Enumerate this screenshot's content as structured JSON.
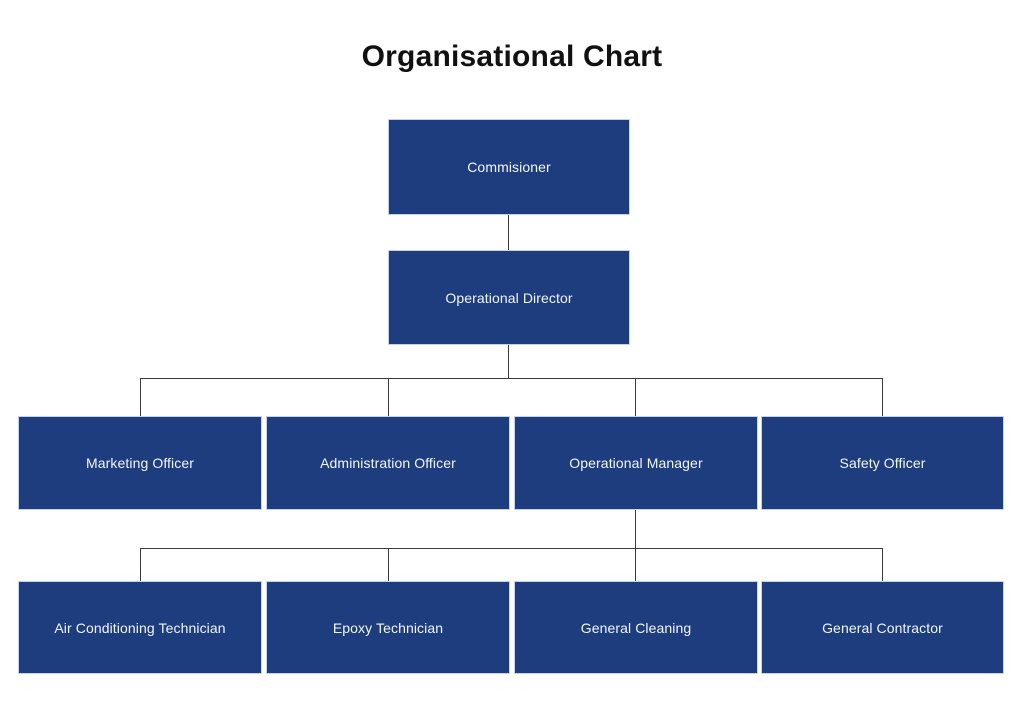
{
  "title": "Organisational Chart",
  "theme": {
    "node_fill": "#1e3d7e",
    "node_border": "#c5d2e8",
    "node_text": "#f2f5fb",
    "connector": "#3a3a3a",
    "background": "#ffffff",
    "title_color": "#111111"
  },
  "chart_data": {
    "type": "diagram",
    "diagram_type": "organisational-chart",
    "title": "Organisational Chart",
    "orientation": "top-down",
    "levels": 4,
    "nodes": [
      {
        "id": "commisioner",
        "label": "Commisioner",
        "level": 1,
        "parent": null
      },
      {
        "id": "operational-director",
        "label": "Operational Director",
        "level": 2,
        "parent": "commisioner"
      },
      {
        "id": "marketing-officer",
        "label": "Marketing Officer",
        "level": 3,
        "parent": "operational-director"
      },
      {
        "id": "administration-officer",
        "label": "Administration Officer",
        "level": 3,
        "parent": "operational-director"
      },
      {
        "id": "operational-manager",
        "label": "Operational Manager",
        "level": 3,
        "parent": "operational-director"
      },
      {
        "id": "safety-officer",
        "label": "Safety Officer",
        "level": 3,
        "parent": "operational-director"
      },
      {
        "id": "air-conditioning-technician",
        "label": "Air Conditioning Technician",
        "level": 4,
        "parent": "operational-manager"
      },
      {
        "id": "epoxy-technician",
        "label": "Epoxy Technician",
        "level": 4,
        "parent": "operational-manager"
      },
      {
        "id": "general-cleaning",
        "label": "General Cleaning",
        "level": 4,
        "parent": "operational-manager"
      },
      {
        "id": "general-contractor",
        "label": "General Contractor",
        "level": 4,
        "parent": "operational-manager"
      }
    ],
    "edges": [
      {
        "from": "commisioner",
        "to": "operational-director"
      },
      {
        "from": "operational-director",
        "to": "marketing-officer"
      },
      {
        "from": "operational-director",
        "to": "administration-officer"
      },
      {
        "from": "operational-director",
        "to": "operational-manager"
      },
      {
        "from": "operational-director",
        "to": "safety-officer"
      },
      {
        "from": "operational-manager",
        "to": "air-conditioning-technician"
      },
      {
        "from": "operational-manager",
        "to": "epoxy-technician"
      },
      {
        "from": "operational-manager",
        "to": "general-cleaning"
      },
      {
        "from": "operational-manager",
        "to": "general-contractor"
      }
    ]
  },
  "rows": {
    "row1": [
      {
        "label": "Commisioner"
      }
    ],
    "row2": [
      {
        "label": "Operational Director"
      }
    ],
    "row3": [
      {
        "label": "Marketing Officer"
      },
      {
        "label": "Administration Officer"
      },
      {
        "label": "Operational Manager"
      },
      {
        "label": "Safety Officer"
      }
    ],
    "row4": [
      {
        "label": "Air Conditioning Technician"
      },
      {
        "label": "Epoxy Technician"
      },
      {
        "label": "General Cleaning"
      },
      {
        "label": "General Contractor"
      }
    ]
  }
}
